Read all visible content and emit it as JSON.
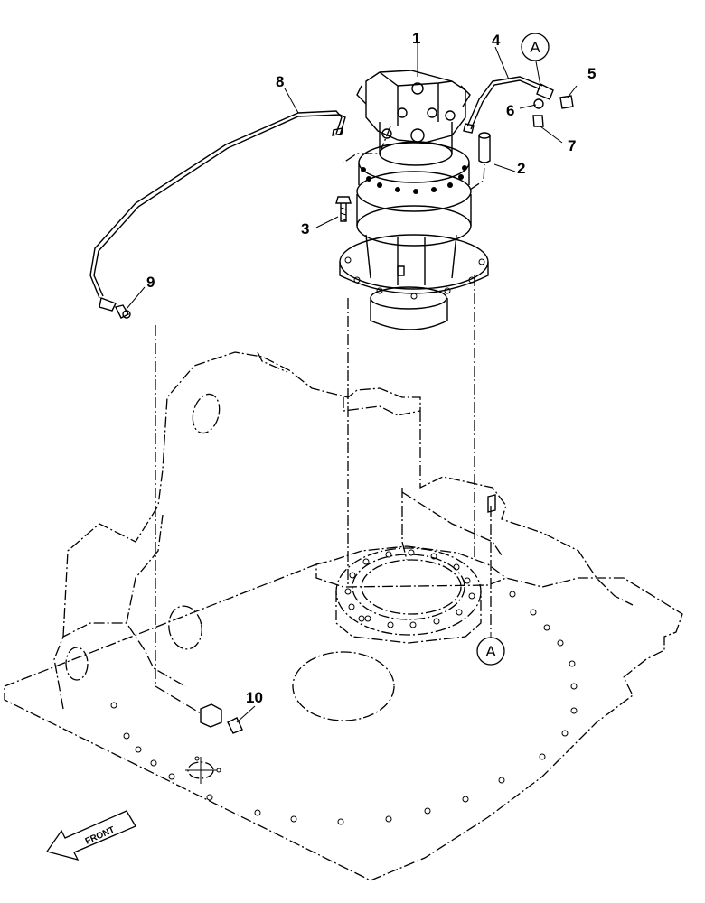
{
  "diagram": {
    "callouts": [
      {
        "id": "1",
        "text": "1"
      },
      {
        "id": "2",
        "text": "2"
      },
      {
        "id": "3",
        "text": "3"
      },
      {
        "id": "4",
        "text": "4"
      },
      {
        "id": "5",
        "text": "5"
      },
      {
        "id": "6",
        "text": "6"
      },
      {
        "id": "7",
        "text": "7"
      },
      {
        "id": "8",
        "text": "8"
      },
      {
        "id": "9",
        "text": "9"
      },
      {
        "id": "10",
        "text": "10"
      }
    ],
    "reference_marks": [
      {
        "id": "A-top",
        "text": "A"
      },
      {
        "id": "A-bottom",
        "text": "A"
      }
    ],
    "front_arrow_label": "FRONT"
  }
}
